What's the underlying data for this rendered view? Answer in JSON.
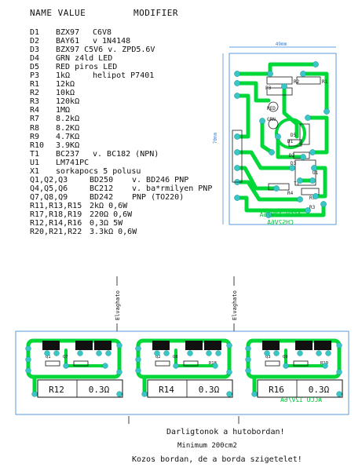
{
  "header": {
    "name_value": "NAME VALUE",
    "modifier": "MODIFIER"
  },
  "parts": [
    {
      "ref": "D1",
      "value": "BZX97",
      "mod": "C6V8",
      "w": 0
    },
    {
      "ref": "D2",
      "value": "BAY61",
      "mod": "v 1N4148",
      "w": 0
    },
    {
      "ref": "D3",
      "value": "BZX97 C5V6 v. ZPD5.6V",
      "mod": "",
      "w": 0
    },
    {
      "ref": "D4",
      "value": "GRN z4ld LED",
      "mod": "",
      "w": 0
    },
    {
      "ref": "D5",
      "value": "RED piros LED",
      "mod": "",
      "w": 0
    },
    {
      "ref": "P3",
      "value": "1kΩ",
      "mod": "helipot P7401",
      "w": 0
    },
    {
      "ref": "R1",
      "value": "12kΩ",
      "mod": "",
      "w": 0
    },
    {
      "ref": "R2",
      "value": "10kΩ",
      "mod": "",
      "w": 0
    },
    {
      "ref": "R3",
      "value": "120kΩ",
      "mod": "",
      "w": 0
    },
    {
      "ref": "R4",
      "value": "1MΩ",
      "mod": "",
      "w": 0
    },
    {
      "ref": "R7",
      "value": "8.2kΩ",
      "mod": "",
      "w": 0
    },
    {
      "ref": "R8",
      "value": "8.2KΩ",
      "mod": "",
      "w": 0
    },
    {
      "ref": "R9",
      "value": "4.7KΩ",
      "mod": "",
      "w": 0
    },
    {
      "ref": "R10",
      "value": "3.9KΩ",
      "mod": "",
      "w": 0
    },
    {
      "ref": "T1",
      "value": "BC237",
      "mod": "v. BC182 (NPN)",
      "w": 0
    },
    {
      "ref": "U1",
      "value": "LM741PC",
      "mod": "",
      "w": 0
    },
    {
      "ref": "X1",
      "value": "sorkapocs 5 polusu",
      "mod": "",
      "w": 0
    },
    {
      "ref": "Q1,Q2,Q3",
      "value": "BD250",
      "mod": "v. BD246 PNP",
      "w": 1
    },
    {
      "ref": "Q4,Q5,Q6",
      "value": "BC212",
      "mod": "v. ba*rmilyen PNP",
      "w": 1
    },
    {
      "ref": "Q7,Q8,Q9",
      "value": "BD242",
      "mod": "PNP (TO220)",
      "w": 1
    },
    {
      "ref": "R11,R13,R15",
      "value": "2kΩ 0,6W",
      "mod": "",
      "w": 1
    },
    {
      "ref": "R17,R18,R19",
      "value": "220Ω 0,6W",
      "mod": "",
      "w": 1
    },
    {
      "ref": "R12,R14,R16",
      "value": "0,3Ω 5W",
      "mod": "",
      "w": 1
    },
    {
      "ref": "R20,R21,R22",
      "value": "3.3kΩ 0,6W",
      "mod": "",
      "w": 1
    }
  ],
  "top_board": {
    "width_dim": "49mm",
    "height_dim": "70mm",
    "silk": [
      "P3",
      "R2",
      "R1",
      "RED",
      "GRN",
      "D5",
      "D1",
      "D2",
      "D3",
      "U1",
      "T1",
      "R4",
      "R9",
      "R3"
    ],
    "mirror_text_1": "ACCU 12V/6A",
    "mirror_text_2": "CHS2V6A"
  },
  "cut_labels": {
    "left": "Elvaghato",
    "right": "Elvaghato"
  },
  "bottom_board": {
    "resistors": [
      {
        "ref": "R12",
        "value": "0.3Ω"
      },
      {
        "ref": "R14",
        "value": "0.3Ω"
      },
      {
        "ref": "R16",
        "value": "0.3Ω"
      }
    ],
    "silk": [
      "Q1",
      "Q7",
      "Q2",
      "Q8",
      "Q3",
      "Q9",
      "R18",
      "R19"
    ],
    "mirror_text": "ACCU 12V/6A"
  },
  "notes": [
    "Darligtonok a hutobordan!",
    "Minimum 200cm2",
    "Kozos bordan, de a borda szigetelet!"
  ],
  "colors": {
    "trace": "#00d83a",
    "pad": "#38c6c6",
    "silk": "#1a1a1a",
    "outline": "#2f7fd8"
  }
}
